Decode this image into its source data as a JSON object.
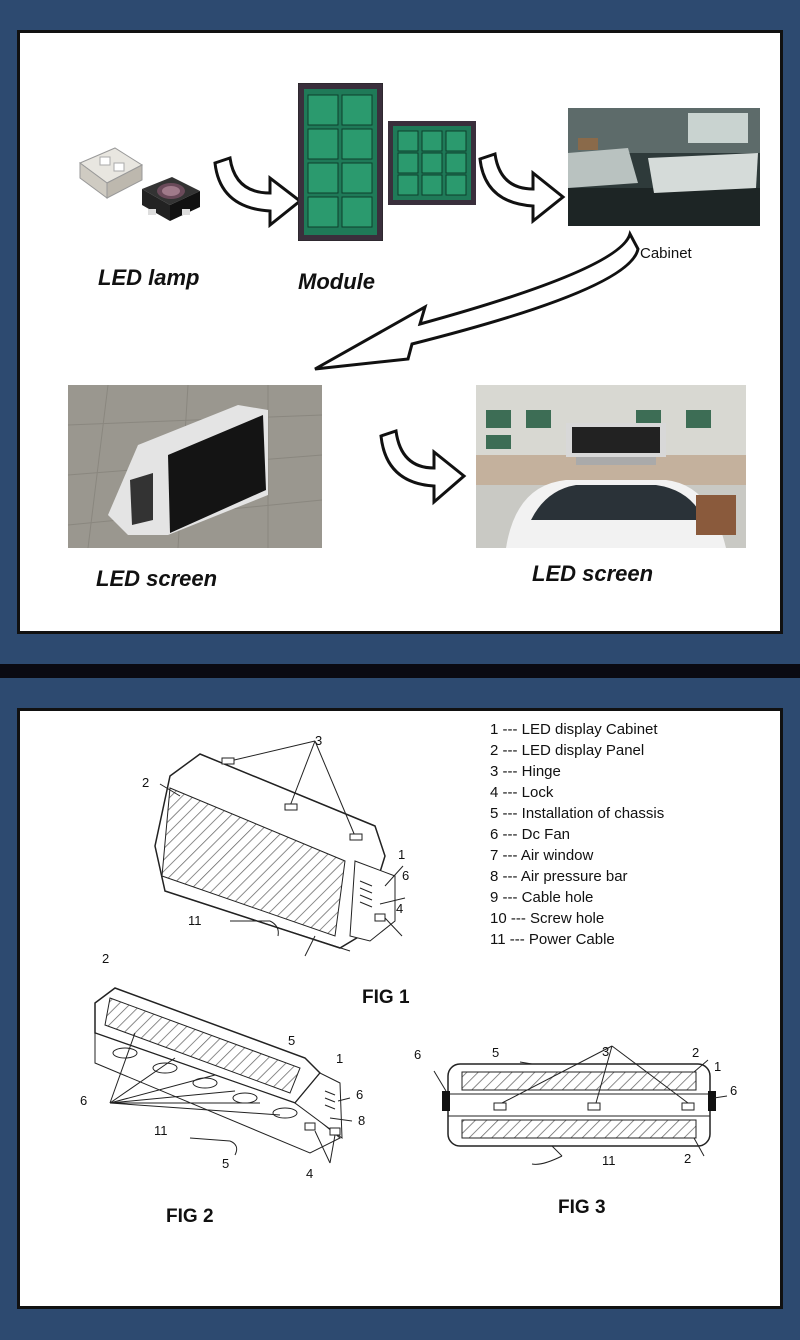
{
  "process": {
    "led_lamp_label": "LED lamp",
    "module_label": "Module",
    "cabinet_label": "Cabinet",
    "led_screen_left_label": "LED screen",
    "led_screen_right_label": "LED screen"
  },
  "legend": [
    "1 --- LED display Cabinet",
    "2 --- LED display Panel",
    "3 --- Hinge",
    "4 --- Lock",
    "5 --- Installation of chassis",
    "6 --- Dc Fan",
    "7 --- Air window",
    "8 --- Air pressure bar",
    "9 --- Cable hole",
    "10 --- Screw hole",
    "11 --- Power Cable"
  ],
  "figures": {
    "fig1": "FIG 1",
    "fig2": "FIG 2",
    "fig3": "FIG 3"
  },
  "callouts": {
    "fig1": [
      "3",
      "2",
      "1",
      "6",
      "4",
      "11"
    ],
    "fig2": [
      "2",
      "5",
      "1",
      "6",
      "8",
      "6",
      "11",
      "5",
      "4"
    ],
    "fig3": [
      "6",
      "5",
      "3",
      "2",
      "1",
      "6",
      "11",
      "2"
    ]
  },
  "colors": {
    "frame": "#2d4a70",
    "module_pcb": "#1f7a58",
    "led_face": "#1a1a1a"
  }
}
